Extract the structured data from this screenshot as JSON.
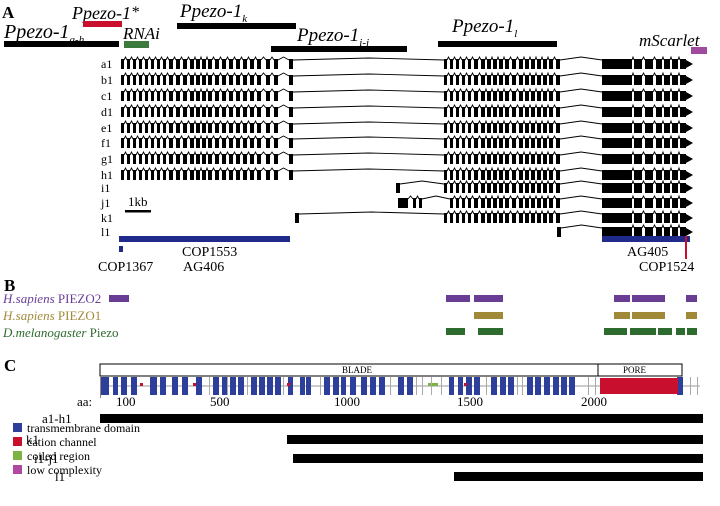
{
  "panels": {
    "a": "A",
    "b": "B",
    "c": "C"
  },
  "probes": {
    "p_ah": {
      "base": "Ppezo-1",
      "sub": "a-h"
    },
    "p_star": {
      "base": "Ppezo-1",
      "sup": "*"
    },
    "rnai": "RNAi",
    "p_k": {
      "base": "Ppezo-1",
      "sub": "k"
    },
    "p_ij": {
      "base": "Ppezo-1",
      "sub": "i-j"
    },
    "p_l": {
      "base": "Ppezo-1",
      "sub": "l"
    },
    "mscarlet": "mScarlet"
  },
  "isoforms": [
    "a1",
    "b1",
    "c1",
    "d1",
    "e1",
    "f1",
    "g1",
    "h1",
    "i1",
    "j1",
    "k1",
    "l1"
  ],
  "scale_label": "1kb",
  "deletions": {
    "cop1553": "COP1553",
    "cop1367": "COP1367",
    "ag406": "AG406",
    "ag405": "AG405",
    "cop1524": "COP1524"
  },
  "species": [
    {
      "italic": "H.sapiens",
      "name": " PIEZO2",
      "color": "#6a3d94"
    },
    {
      "italic": "H.sapiens",
      "name": " PIEZO1",
      "color": "#a08a3a"
    },
    {
      "italic": "D.melanogaster",
      "name": " Piezo",
      "color": "#2e6b2e"
    }
  ],
  "domains": {
    "blade": "BLADE",
    "pore": "PORE"
  },
  "aa_label": "aa:",
  "aa_ticks": [
    "100",
    "500",
    "1000",
    "1500",
    "2000"
  ],
  "protein_rows": [
    "a1-h1",
    "k1",
    "i1-j1",
    "l1"
  ],
  "legend": [
    {
      "label": "transmembrane domain",
      "color": "#2d3f9a"
    },
    {
      "label": "cation channel",
      "color": "#c8102e"
    },
    {
      "label": "coiled region",
      "color": "#7cb342"
    },
    {
      "label": "low complexity",
      "color": "#b04aa0"
    }
  ],
  "colors": {
    "probe_red": "#c8102e",
    "probe_green": "#3d7a3d",
    "probe_magenta": "#a04a9e",
    "navy": "#1f2a8a",
    "tm_blue": "#2d3f9a"
  }
}
